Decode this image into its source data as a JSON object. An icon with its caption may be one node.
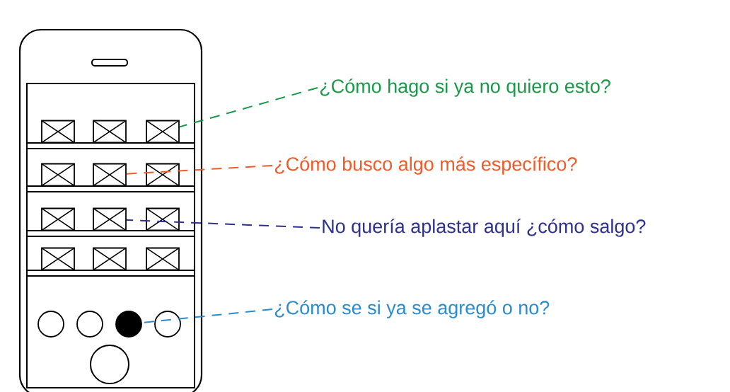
{
  "diagram": {
    "nodes": [
      {
        "text": [],
        "shape": "box"
      },
      {
        "text": [],
        "shape": "box"
      },
      {
        "text": [],
        "shape": "box"
      },
      {
        "text": [],
        "shape": "box"
      },
      {
        "text": [],
        "shape": "box"
      },
      {
        "text": [],
        "shape": "box"
      },
      {
        "text": [],
        "shape": "box"
      },
      {
        "text": [],
        "shape": "box"
      },
      {
        "text": [],
        "shape": "box"
      },
      {
        "text": [],
        "shape": "box"
      },
      {
        "text": [],
        "shape": "box"
      },
      {
        "text": [],
        "shape": "box"
      },
      {
        "text": [],
        "shape": "circle"
      },
      {
        "text": [],
        "shape": "circle"
      },
      {
        "text": [],
        "shape": "circle"
      },
      {
        "text": [],
        "shape": "circle"
      },
      {
        "text": [
          "¿Cómo hago si ya no quiero esto?"
        ]
      },
      {
        "text": [
          "¿Cómo busco algo más específico?"
        ]
      },
      {
        "text": [
          "No quería aplastar aquí ¿cómo salgo?"
        ]
      },
      {
        "text": [
          "¿Cómo se si ya se agregó o no?"
        ]
      }
    ],
    "edges": [
      {
        "from": 16,
        "to": 2,
        "arrow": "none",
        "style": "dashed",
        "color": "#1a9a48"
      },
      {
        "from": 17,
        "to": 4,
        "arrow": "none",
        "style": "dashed",
        "color": "#f15a29"
      },
      {
        "from": 18,
        "to": 7,
        "arrow": "none",
        "style": "dashed",
        "color": "#2e3192"
      },
      {
        "from": 19,
        "to": 14,
        "arrow": "none",
        "style": "dashed",
        "color": "#2b8ccd"
      }
    ]
  }
}
